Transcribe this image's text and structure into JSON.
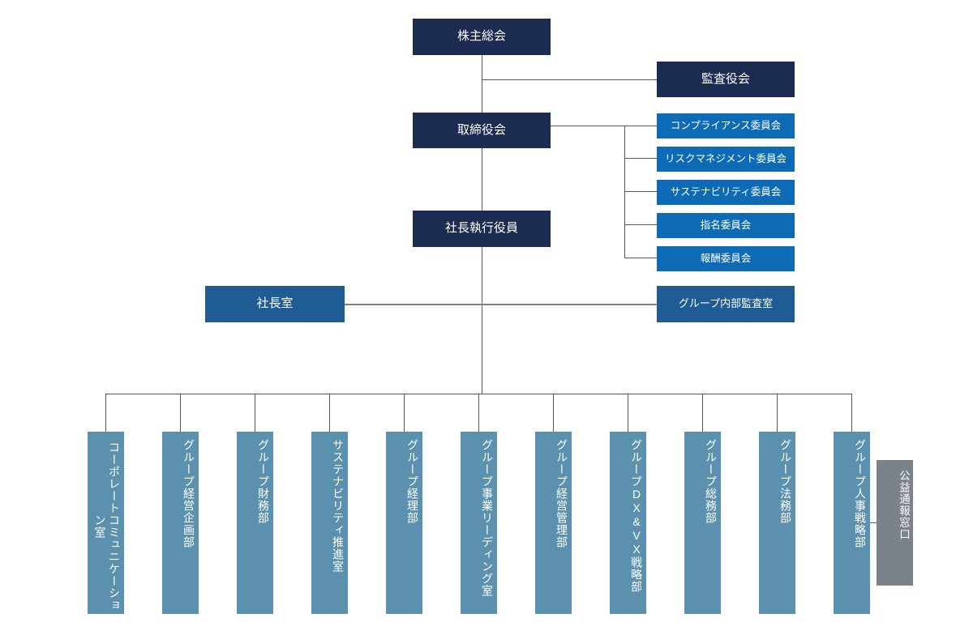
{
  "diagram": {
    "title": "corporate-governance-organization-chart",
    "colors": {
      "navy": "#1c2b52",
      "bright_blue": "#0d6ab5",
      "mid_blue": "#1e5c93",
      "steel_blue": "#5b91ae",
      "gray": "#7b8289",
      "line": "#595959",
      "background": "#ffffff"
    }
  },
  "governance": {
    "shareholders_meeting": "株主総会",
    "board_of_auditors": "監査役会",
    "board_of_directors": "取締役会",
    "president_executive_officer": "社長執行役員"
  },
  "committees": [
    {
      "label": "コンプライアンス委員会"
    },
    {
      "label": "リスクマネジメント委員会"
    },
    {
      "label": "サステナビリティ委員会"
    },
    {
      "label": "指名委員会"
    },
    {
      "label": "報酬委員会"
    }
  ],
  "staff_offices": {
    "presidents_office": "社長室",
    "group_internal_audit_office": "グループ内部監査室"
  },
  "departments": [
    {
      "label": "コーポレートコミュニケーション室"
    },
    {
      "label": "グループ経営企画部"
    },
    {
      "label": "グループ財務部"
    },
    {
      "label": "サステナビリティ推進室"
    },
    {
      "label": "グループ経理部"
    },
    {
      "label": "グループ事業リーディング室"
    },
    {
      "label": "グループ経営管理部"
    },
    {
      "label": "グループDX&VX戦略部"
    },
    {
      "label": "グループ総務部"
    },
    {
      "label": "グループ法務部"
    },
    {
      "label": "グループ人事戦略部"
    }
  ],
  "whistleblowing": {
    "label": "公益通報窓口"
  }
}
